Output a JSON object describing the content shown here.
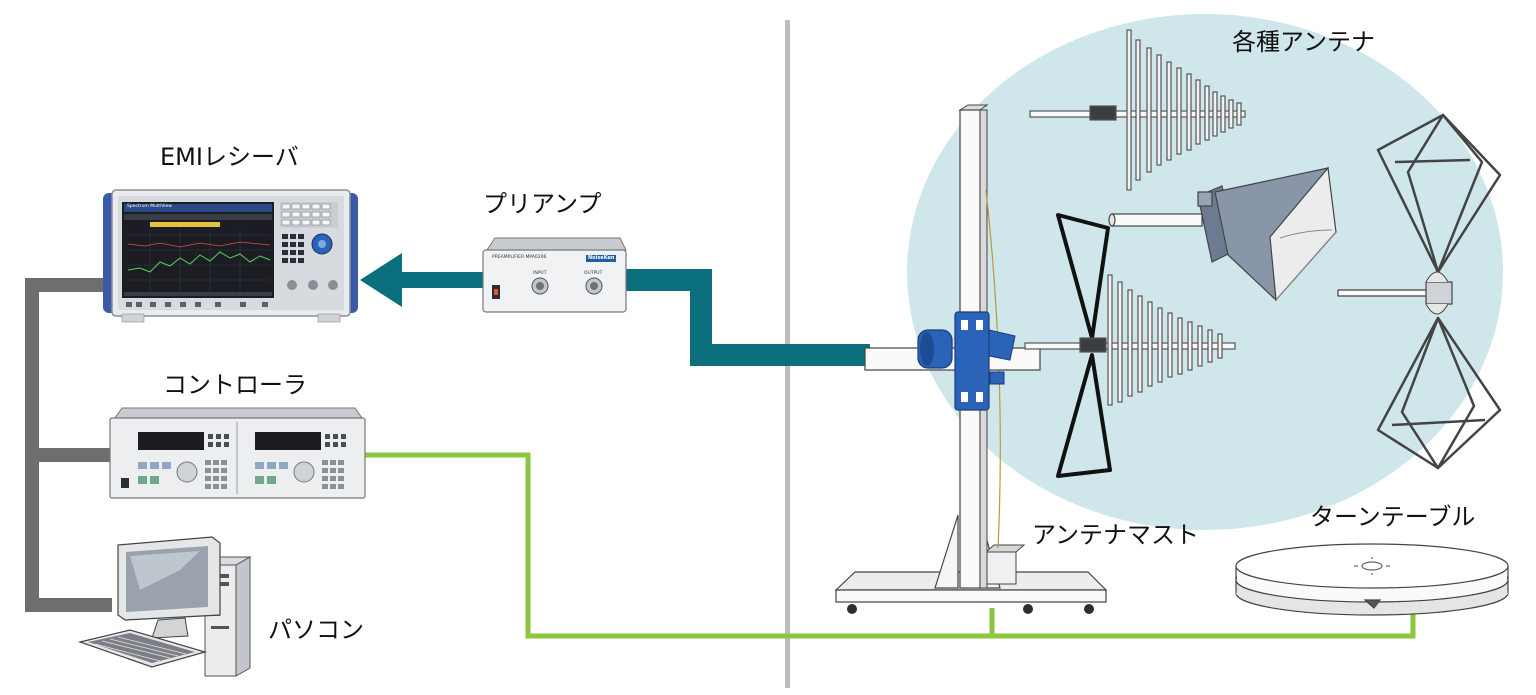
{
  "labels": {
    "emi_receiver": "EMIレシーバ",
    "preamp": "プリアンプ",
    "controller": "コントローラ",
    "pc": "パソコン",
    "antennas": "各種アンテナ",
    "turntable": "ターンテーブル",
    "antenna_mast": "アンテナマスト"
  },
  "preamp_panel": {
    "model": "PREAMPLIFIER MPA0206",
    "brand": "NoiseKen",
    "input": "INPUT",
    "output": "OUTPUT"
  },
  "receiver_screen": {
    "status": "Spectrum  MultiView"
  },
  "colors": {
    "signal_cable": "#0c6f7d",
    "control_cable": "#8dc63f",
    "pc_cable": "#6e6e6e",
    "divider": "#bdbdbd",
    "antenna_zone": "#cfe6ea",
    "mast_clamp": "#2a63b8"
  }
}
